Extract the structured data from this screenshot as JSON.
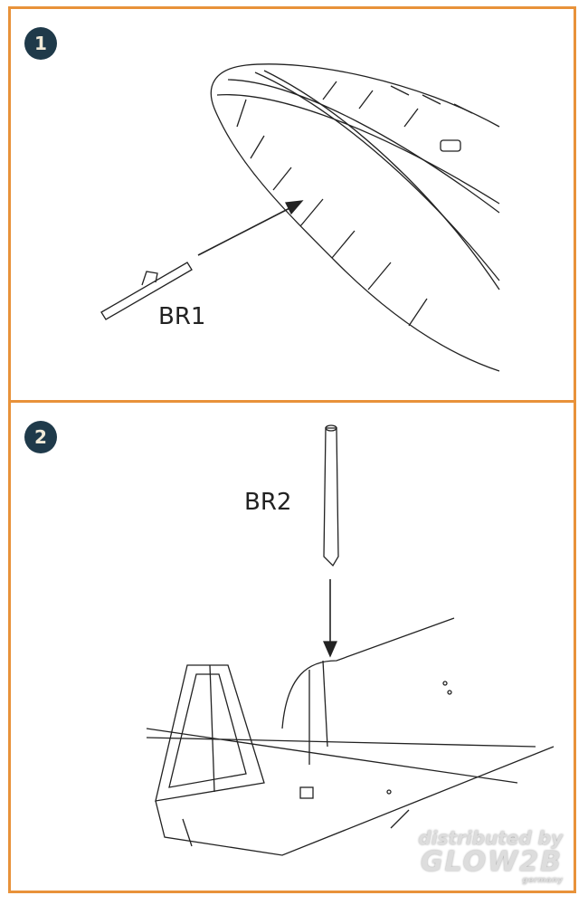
{
  "steps": [
    {
      "number": "1",
      "part": "BR1"
    },
    {
      "number": "2",
      "part": "BR2"
    }
  ],
  "watermark": {
    "line1": "distributed by",
    "line2": "GLOW2B",
    "line3": "germany"
  },
  "colors": {
    "border": "#e8923a",
    "badge": "#1f3a4a"
  }
}
